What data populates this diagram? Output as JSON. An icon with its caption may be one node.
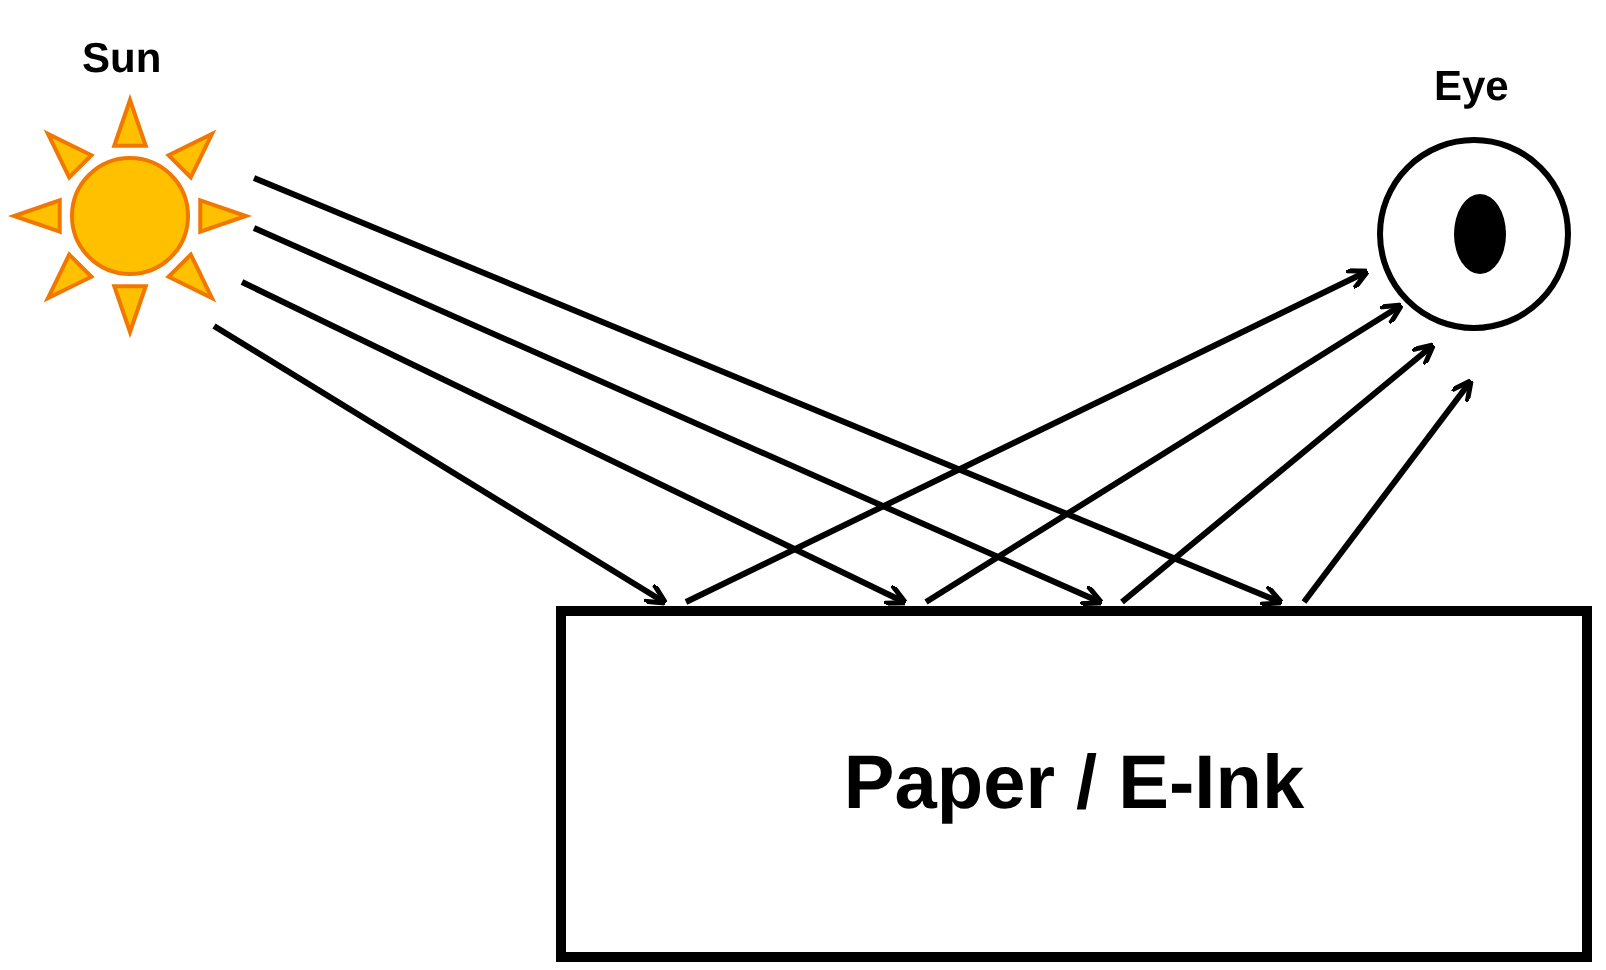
{
  "diagram": {
    "nodes": [
      {
        "text": [
          "Sun"
        ]
      },
      {
        "text": [
          "Eye"
        ]
      },
      {
        "text": [
          "Paper / E-Ink"
        ]
      }
    ],
    "edges": [
      {
        "from": 0,
        "to": 2,
        "arrow": "to"
      },
      {
        "from": 0,
        "to": 2,
        "arrow": "to"
      },
      {
        "from": 0,
        "to": 2,
        "arrow": "to"
      },
      {
        "from": 0,
        "to": 2,
        "arrow": "to"
      },
      {
        "from": 2,
        "to": 1,
        "arrow": "to"
      },
      {
        "from": 2,
        "to": 1,
        "arrow": "to"
      },
      {
        "from": 2,
        "to": 1,
        "arrow": "to"
      },
      {
        "from": 2,
        "to": 1,
        "arrow": "to"
      }
    ]
  }
}
